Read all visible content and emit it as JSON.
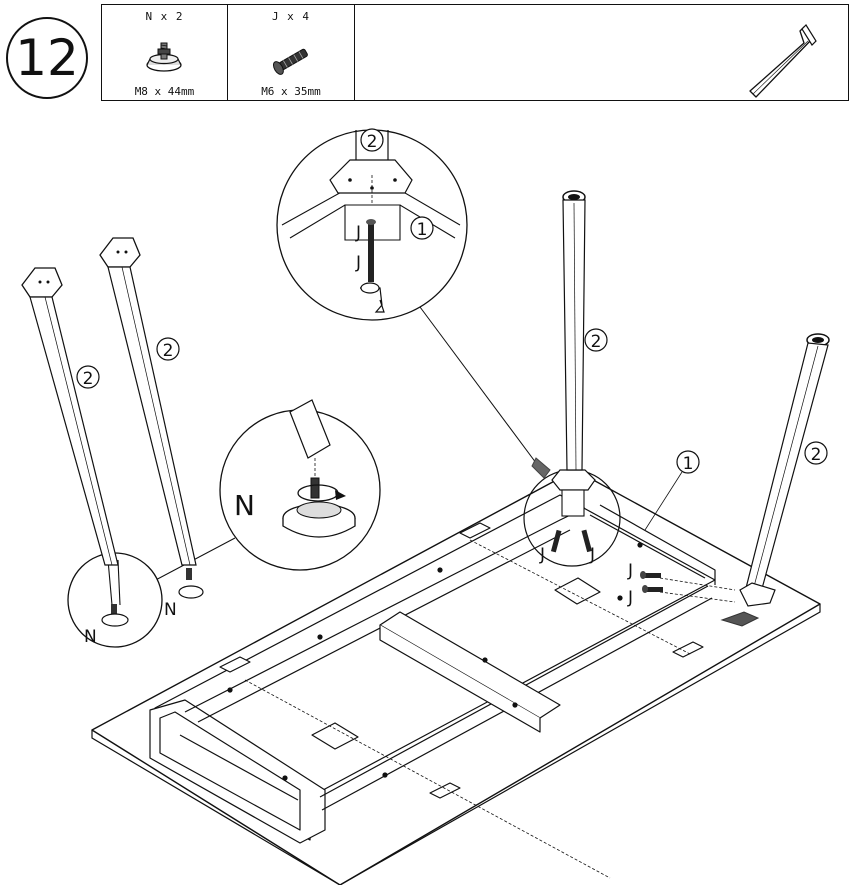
{
  "step": {
    "number": "12"
  },
  "parts": [
    {
      "id": "N",
      "quantity": "N x 2",
      "size": "M8 x 44mm",
      "icon": "leveling-foot-icon"
    },
    {
      "id": "J",
      "quantity": "J x 4",
      "size": "M6 x 35mm",
      "icon": "bolt-icon"
    }
  ],
  "tool": {
    "icon": "allen-key-icon"
  },
  "callouts": {
    "leg": "2",
    "frame": "1",
    "bolt": "J",
    "foot": "N"
  },
  "colors": {
    "line": "#111111",
    "arrow": "#666666",
    "background": "#ffffff"
  }
}
